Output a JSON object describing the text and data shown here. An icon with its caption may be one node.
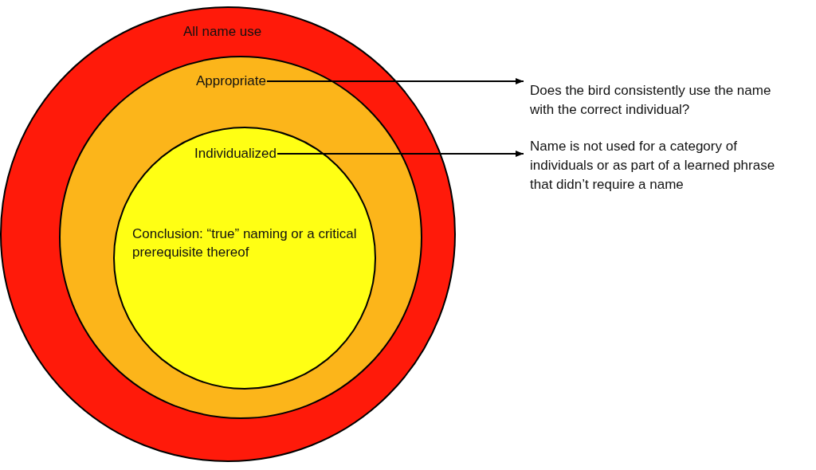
{
  "diagram": {
    "nodes": [
      {
        "text": [
          "All name use"
        ]
      },
      {
        "text": [
          "Appropriate"
        ],
        "in": 0
      },
      {
        "text": [
          "Individualized",
          "Conclusion: “true” naming or a critical prerequisite thereof"
        ],
        "in": 1
      },
      {
        "text": [
          "Does the bird consistently use the name with the correct individual?"
        ]
      },
      {
        "text": [
          "Name is not used for a category of individuals or as part of a learned phrase that didn’t require a name"
        ]
      }
    ],
    "edges": [
      {
        "from": 1,
        "to": 3,
        "arrow": "to"
      },
      {
        "from": 2,
        "to": 4,
        "arrow": "to"
      }
    ]
  }
}
